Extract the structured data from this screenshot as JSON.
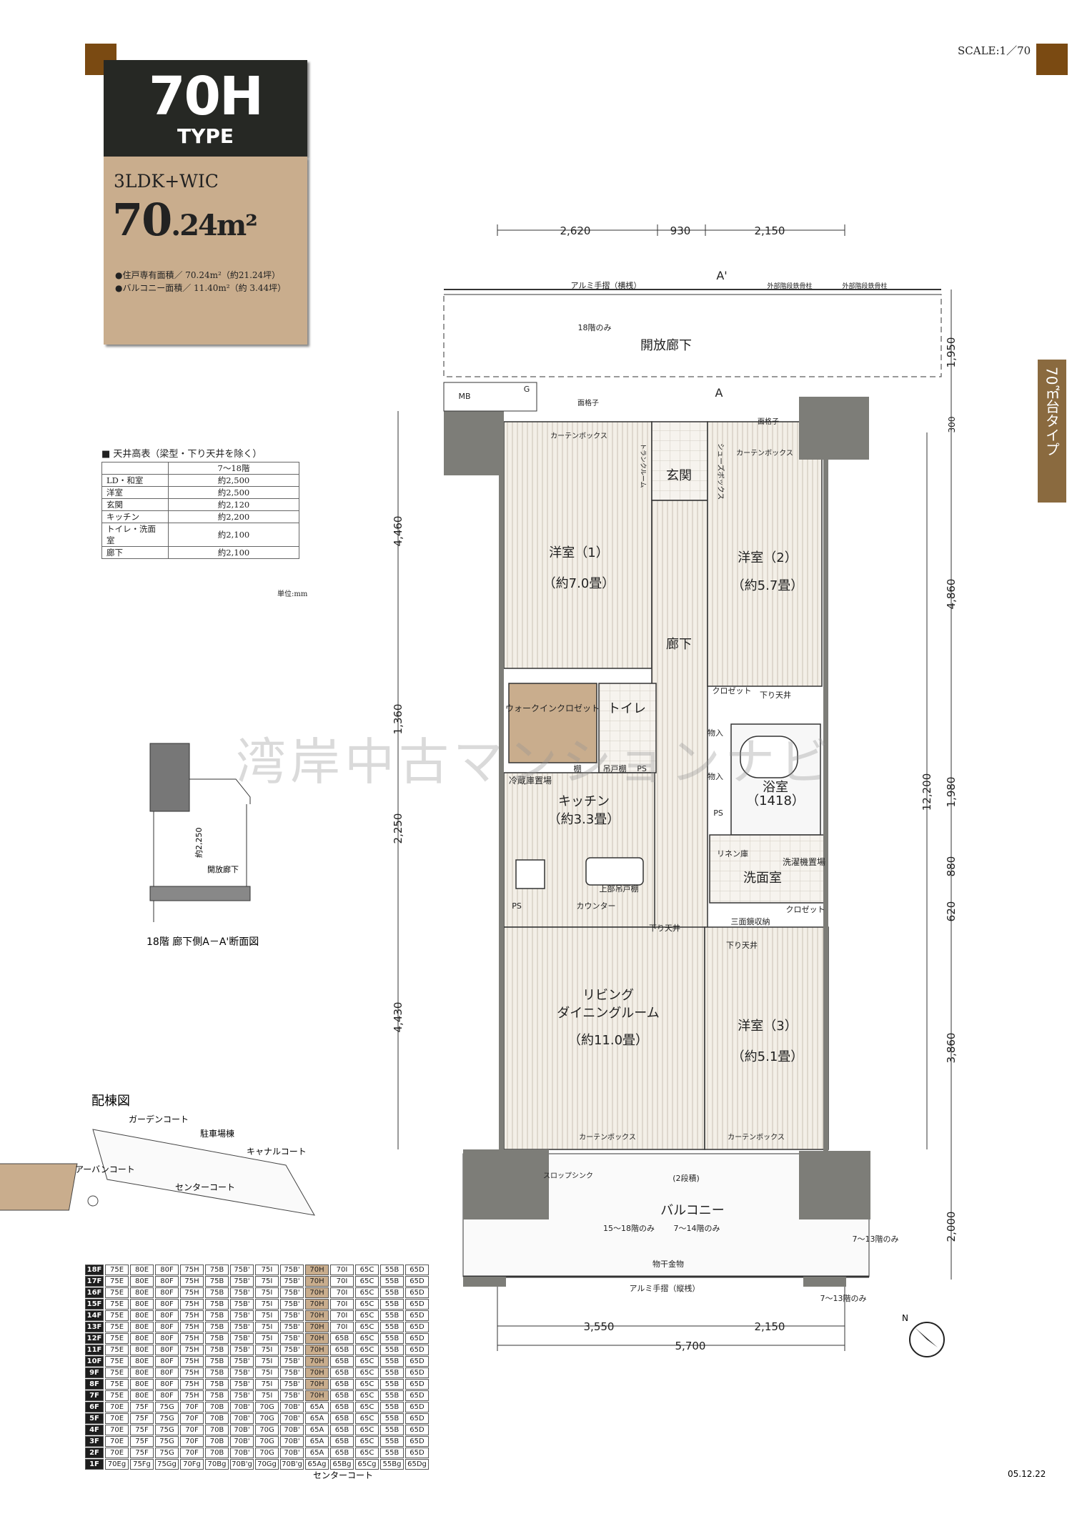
{
  "header": {
    "type_code": "70H",
    "type_label": "TYPE",
    "layout": "3LDK+WIC",
    "area_main": "70",
    "area_decimal": ".24m²",
    "note_private": "●住戸専有面積／ 70.24m²（約21.24坪）",
    "note_balcony": "●バルコニー面積／ 11.40m²（約 3.44坪）"
  },
  "scale": "SCALE:1／70",
  "side_tab": "70㎡台タイプ",
  "ceiling": {
    "title": "■ 天井高表（梁型・下り天井を除く）",
    "col_header": "7〜18階",
    "rows": [
      {
        "room": "LD・和室",
        "h": "約2,500"
      },
      {
        "room": "洋室",
        "h": "約2,500"
      },
      {
        "room": "玄関",
        "h": "約2,120"
      },
      {
        "room": "キッチン",
        "h": "約2,200"
      },
      {
        "room": "トイレ・洗面室",
        "h": "約2,100"
      },
      {
        "room": "廊下",
        "h": "約2,100"
      }
    ],
    "unit": "単位:mm"
  },
  "section": {
    "caption": "18階 廊下側A－A'断面図",
    "height": "約2,250",
    "corridor": "開放廊下"
  },
  "plan": {
    "top_dims": [
      "2,620",
      "930",
      "2,150"
    ],
    "left_dims": [
      "4,460",
      "1,360",
      "2,250",
      "4,430"
    ],
    "right_dims": [
      "1,950",
      "300",
      "4,860",
      "1,980",
      "880",
      "620",
      "3,860",
      "2,000"
    ],
    "total_dim": "12,200",
    "bottom_dims": [
      "3,550",
      "2,150",
      "5,700"
    ],
    "labels": {
      "railing_top": "アルミ手摺（横桟）",
      "beam1": "外部階段鉄骨柱",
      "beam2": "外部階段鉄骨柱",
      "floor18": "18階のみ",
      "open_corridor": "開放廊下",
      "a_prime": "A'",
      "a": "A",
      "mb": "MB",
      "g": "G",
      "grille1": "面格子",
      "grille2": "面格子",
      "curtain1": "カーテンボックス",
      "curtain2": "カーテンボックス",
      "trunk": "トランクルーム",
      "shoebox": "シューズボックス",
      "entrance": "玄関",
      "room1": "洋室（1）",
      "room1_size": "（約7.0畳）",
      "room2": "洋室（2）",
      "room2_size": "（約5.7畳）",
      "hallway": "廊下",
      "closet": "クロゼット",
      "lowered1": "下り天井",
      "wic": "ウォークインクロゼット",
      "toilet": "トイレ",
      "storage1": "物入",
      "shelf": "棚",
      "top_shelf": "吊戸棚",
      "ps1": "PS",
      "fridge": "冷蔵庫置場",
      "kitchen": "キッチン",
      "kitchen_size": "（約3.3畳）",
      "storage2": "物入",
      "bath": "浴室",
      "bath_size": "（1418）",
      "ps2": "PS",
      "linen": "リネン庫",
      "washer": "洗濯機置場",
      "washroom": "洗面室",
      "upper_cab": "上部吊戸棚",
      "ps3": "PS",
      "counter": "カウンター",
      "mirror": "三面鏡収納",
      "closet2": "クロゼット",
      "lowered2": "下り天井",
      "lowered3": "下り天井",
      "living": "リビング",
      "dining": "ダイニングルーム",
      "living_size": "（約11.0畳）",
      "room3": "洋室（3）",
      "room3_size": "（約5.1畳）",
      "curtain3": "カーテンボックス",
      "curtain4": "カーテンボックス",
      "slop": "スロップシンク",
      "two_step": "(2段積)",
      "balcony": "バルコニー",
      "f15_18": "15〜18階のみ",
      "f7_14": "7〜14階のみ",
      "laundry": "物干金物",
      "f7_13a": "7〜13階のみ",
      "railing_bottom": "アルミ手摺（縦桟）",
      "f7_13b": "7〜13階のみ"
    }
  },
  "watermark": "湾岸中古マンションナビ",
  "key_plan": {
    "title": "配棟図",
    "garden": "ガーデンコート",
    "parking": "駐車場棟",
    "canal": "キャナルコート",
    "urban": "アーバンコート",
    "center": "センターコート"
  },
  "floor_table": {
    "highlight": "70H",
    "rows": [
      [
        "18F",
        "75E",
        "80E",
        "80F",
        "75H",
        "75B",
        "75B'",
        "75I",
        "75B'",
        "70H",
        "70I",
        "65C",
        "55B",
        "65D"
      ],
      [
        "17F",
        "75E",
        "80E",
        "80F",
        "75H",
        "75B",
        "75B'",
        "75I",
        "75B'",
        "70H",
        "70I",
        "65C",
        "55B",
        "65D"
      ],
      [
        "16F",
        "75E",
        "80E",
        "80F",
        "75H",
        "75B",
        "75B'",
        "75I",
        "75B'",
        "70H",
        "70I",
        "65C",
        "55B",
        "65D"
      ],
      [
        "15F",
        "75E",
        "80E",
        "80F",
        "75H",
        "75B",
        "75B'",
        "75I",
        "75B'",
        "70H",
        "70I",
        "65C",
        "55B",
        "65D"
      ],
      [
        "14F",
        "75E",
        "80E",
        "80F",
        "75H",
        "75B",
        "75B'",
        "75I",
        "75B'",
        "70H",
        "70I",
        "65C",
        "55B",
        "65D"
      ],
      [
        "13F",
        "75E",
        "80E",
        "80F",
        "75H",
        "75B",
        "75B'",
        "75I",
        "75B'",
        "70H",
        "70I",
        "65C",
        "55B",
        "65D"
      ],
      [
        "12F",
        "75E",
        "80E",
        "80F",
        "75H",
        "75B",
        "75B'",
        "75I",
        "75B'",
        "70H",
        "65B",
        "65C",
        "55B",
        "65D"
      ],
      [
        "11F",
        "75E",
        "80E",
        "80F",
        "75H",
        "75B",
        "75B'",
        "75I",
        "75B'",
        "70H",
        "65B",
        "65C",
        "55B",
        "65D"
      ],
      [
        "10F",
        "75E",
        "80E",
        "80F",
        "75H",
        "75B",
        "75B'",
        "75I",
        "75B'",
        "70H",
        "65B",
        "65C",
        "55B",
        "65D"
      ],
      [
        "9F",
        "75E",
        "80E",
        "80F",
        "75H",
        "75B",
        "75B'",
        "75I",
        "75B'",
        "70H",
        "65B",
        "65C",
        "55B",
        "65D"
      ],
      [
        "8F",
        "75E",
        "80E",
        "80F",
        "75H",
        "75B",
        "75B'",
        "75I",
        "75B'",
        "70H",
        "65B",
        "65C",
        "55B",
        "65D"
      ],
      [
        "7F",
        "75E",
        "80E",
        "80F",
        "75H",
        "75B",
        "75B'",
        "75I",
        "75B'",
        "70H",
        "65B",
        "65C",
        "55B",
        "65D"
      ],
      [
        "6F",
        "70E",
        "75F",
        "75G",
        "70F",
        "70B",
        "70B'",
        "70G",
        "70B'",
        "65A",
        "65B",
        "65C",
        "55B",
        "65D"
      ],
      [
        "5F",
        "70E",
        "75F",
        "75G",
        "70F",
        "70B",
        "70B'",
        "70G",
        "70B'",
        "65A",
        "65B",
        "65C",
        "55B",
        "65D"
      ],
      [
        "4F",
        "70E",
        "75F",
        "75G",
        "70F",
        "70B",
        "70B'",
        "70G",
        "70B'",
        "65A",
        "65B",
        "65C",
        "55B",
        "65D"
      ],
      [
        "3F",
        "70E",
        "75F",
        "75G",
        "70F",
        "70B",
        "70B'",
        "70G",
        "70B'",
        "65A",
        "65B",
        "65C",
        "55B",
        "65D"
      ],
      [
        "2F",
        "70E",
        "75F",
        "75G",
        "70F",
        "70B",
        "70B'",
        "70G",
        "70B'",
        "65A",
        "65B",
        "65C",
        "55B",
        "65D"
      ],
      [
        "1F",
        "70Eg",
        "75Fg",
        "75Gg",
        "70Fg",
        "70Bg",
        "70B'g",
        "70Gg",
        "70B'g",
        "65Ag",
        "65Bg",
        "65Cg",
        "55Bg",
        "65Dg"
      ]
    ],
    "caption": "センターコート"
  },
  "date": "05.12.22",
  "colors": {
    "brown": "#7a4a12",
    "tan": "#c9ad8d",
    "dark": "#262824",
    "wall": "#7d7d78"
  }
}
